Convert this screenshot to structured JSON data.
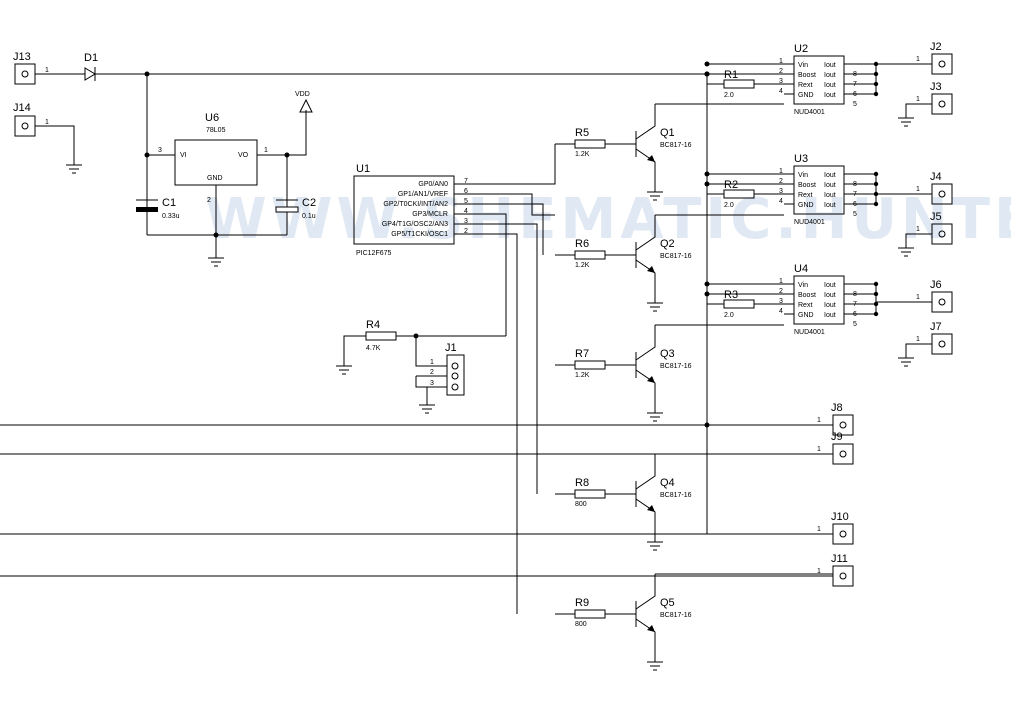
{
  "watermark": "WWW.SHEMATIC.HUNTER.RU",
  "power": {
    "label": "VDD"
  },
  "connectors": {
    "J13": "J13",
    "J14": "J14",
    "J1": "J1",
    "J2": "J2",
    "J3": "J3",
    "J4": "J4",
    "J5": "J5",
    "J6": "J6",
    "J7": "J7",
    "J8": "J8",
    "J9": "J9",
    "J10": "J10",
    "J11": "J11",
    "pin1": "1",
    "pin2": "2",
    "pin3": "3"
  },
  "diode": {
    "ref": "D1"
  },
  "regulator": {
    "ref": "U6",
    "part": "78L05",
    "vi": "VI",
    "vo": "VO",
    "gnd": "GND",
    "pin_in": "3",
    "pin_out": "1",
    "pin_gnd": "2"
  },
  "caps": [
    {
      "ref": "C1",
      "value": "0.33u"
    },
    {
      "ref": "C2",
      "value": "0.1u"
    }
  ],
  "mcu": {
    "ref": "U1",
    "part": "PIC12F675",
    "pins": [
      {
        "name": "GP0/AN0",
        "num": "7"
      },
      {
        "name": "GP1/AN1/VREF",
        "num": "6"
      },
      {
        "name": "GP2/T0CKI/INT/AN2",
        "num": "5"
      },
      {
        "name": "GP3/MCLR",
        "num": "4"
      },
      {
        "name": "GP4/T1G/OSC2/AN3",
        "num": "3"
      },
      {
        "name": "GP5/T1CKI/OSC1",
        "num": "2"
      }
    ]
  },
  "resistors": [
    {
      "ref": "R1",
      "value": "2.0"
    },
    {
      "ref": "R2",
      "value": "2.0"
    },
    {
      "ref": "R3",
      "value": "2.0"
    },
    {
      "ref": "R4",
      "value": "4.7K"
    },
    {
      "ref": "R5",
      "value": "1.2K"
    },
    {
      "ref": "R6",
      "value": "1.2K"
    },
    {
      "ref": "R7",
      "value": "1.2K"
    },
    {
      "ref": "R8",
      "value": "800"
    },
    {
      "ref": "R9",
      "value": "800"
    }
  ],
  "transistors": [
    {
      "ref": "Q1",
      "part": "BC817-16"
    },
    {
      "ref": "Q2",
      "part": "BC817-16"
    },
    {
      "ref": "Q3",
      "part": "BC817-16"
    },
    {
      "ref": "Q4",
      "part": "BC817-16"
    },
    {
      "ref": "Q5",
      "part": "BC817-16"
    }
  ],
  "drivers": [
    {
      "ref": "U2",
      "part": "NUD4001"
    },
    {
      "ref": "U3",
      "part": "NUD4001"
    },
    {
      "ref": "U4",
      "part": "NUD4001"
    }
  ],
  "driver_pins": {
    "left": [
      {
        "name": "Vin",
        "num": "1"
      },
      {
        "name": "Boost",
        "num": "2"
      },
      {
        "name": "Rext",
        "num": "3"
      },
      {
        "name": "GND",
        "num": "4"
      }
    ],
    "right": [
      {
        "name": "Iout",
        "num": "8"
      },
      {
        "name": "Iout",
        "num": "7"
      },
      {
        "name": "Iout",
        "num": "6"
      },
      {
        "name": "Iout",
        "num": "5"
      }
    ]
  }
}
